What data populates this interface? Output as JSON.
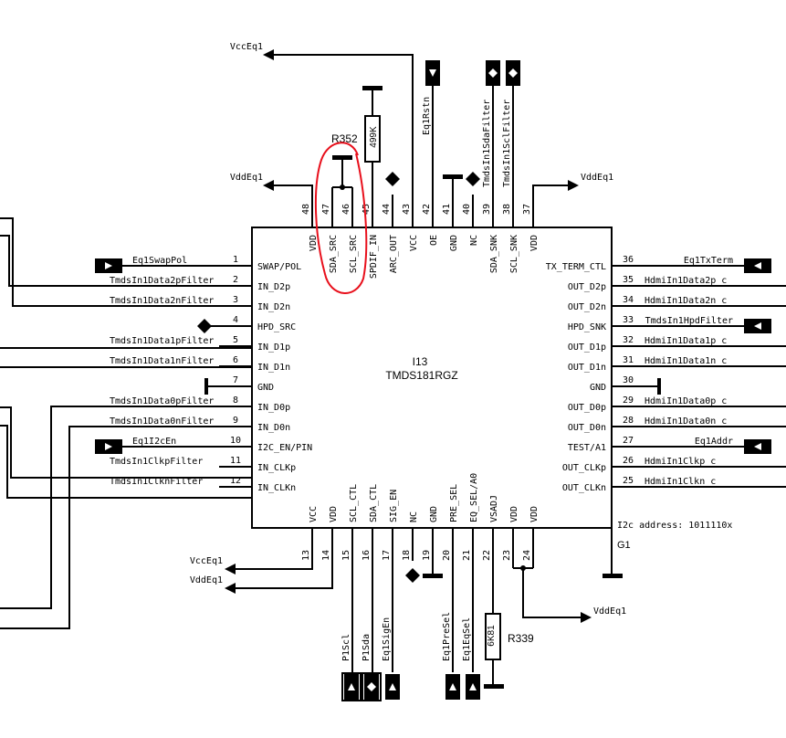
{
  "component": {
    "ref": "I13",
    "part": "TMDS181RGZ",
    "subref": "G1",
    "i2c_note": "I2c address: 1011110x"
  },
  "left_pins": [
    {
      "num": "1",
      "name": "SWAP/POL",
      "net": "Eq1SwapPol",
      "port": "right"
    },
    {
      "num": "2",
      "name": "IN_D2p",
      "net": "TmdsIn1Data2pFilter"
    },
    {
      "num": "3",
      "name": "IN_D2n",
      "net": "TmdsIn1Data2nFilter"
    },
    {
      "num": "4",
      "name": "HPD_SRC",
      "net": "",
      "port": "diamond"
    },
    {
      "num": "5",
      "name": "IN_D1p",
      "net": "TmdsIn1Data1pFilter"
    },
    {
      "num": "6",
      "name": "IN_D1n",
      "net": "TmdsIn1Data1nFilter"
    },
    {
      "num": "7",
      "name": "GND",
      "net": "",
      "port": "gnd"
    },
    {
      "num": "8",
      "name": "IN_D0p",
      "net": "TmdsIn1Data0pFilter"
    },
    {
      "num": "9",
      "name": "IN_D0n",
      "net": "TmdsIn1Data0nFilter"
    },
    {
      "num": "10",
      "name": "I2C_EN/PIN",
      "net": "Eq1I2cEn",
      "port": "right"
    },
    {
      "num": "11",
      "name": "IN_CLKp",
      "net": "TmdsIn1ClkpFilter"
    },
    {
      "num": "12",
      "name": "IN_CLKn",
      "net": "TmdsIn1ClknFilter"
    }
  ],
  "right_pins": [
    {
      "num": "36",
      "name": "TX_TERM_CTL",
      "net": "Eq1TxTerm",
      "port": "left"
    },
    {
      "num": "35",
      "name": "OUT_D2p",
      "net": "HdmiIn1Data2p_c"
    },
    {
      "num": "34",
      "name": "OUT_D2n",
      "net": "HdmiIn1Data2n_c"
    },
    {
      "num": "33",
      "name": "HPD_SNK",
      "net": "TmdsIn1HpdFilter",
      "port": "left"
    },
    {
      "num": "32",
      "name": "OUT_D1p",
      "net": "HdmiIn1Data1p_c"
    },
    {
      "num": "31",
      "name": "OUT_D1n",
      "net": "HdmiIn1Data1n_c"
    },
    {
      "num": "30",
      "name": "GND",
      "net": "",
      "port": "gnd"
    },
    {
      "num": "29",
      "name": "OUT_D0p",
      "net": "HdmiIn1Data0p_c"
    },
    {
      "num": "28",
      "name": "OUT_D0n",
      "net": "HdmiIn1Data0n_c"
    },
    {
      "num": "27",
      "name": "TEST/A1",
      "net": "Eq1Addr",
      "port": "left"
    },
    {
      "num": "26",
      "name": "OUT_CLKp",
      "net": "HdmiIn1Clkp_c"
    },
    {
      "num": "25",
      "name": "OUT_CLKn",
      "net": "HdmiIn1Clkn_c"
    }
  ],
  "top_pins": [
    {
      "num": "48",
      "name": "VDD"
    },
    {
      "num": "47",
      "name": "SDA_SRC"
    },
    {
      "num": "46",
      "name": "SCL_SRC"
    },
    {
      "num": "45",
      "name": "SPDIF_IN"
    },
    {
      "num": "44",
      "name": "ARC_OUT"
    },
    {
      "num": "43",
      "name": "VCC"
    },
    {
      "num": "42",
      "name": "OE"
    },
    {
      "num": "41",
      "name": "GND"
    },
    {
      "num": "40",
      "name": "NC"
    },
    {
      "num": "39",
      "name": "SDA_SNK"
    },
    {
      "num": "38",
      "name": "SCL_SNK"
    },
    {
      "num": "37",
      "name": "VDD"
    }
  ],
  "bottom_pins": [
    {
      "num": "13",
      "name": "VCC"
    },
    {
      "num": "14",
      "name": "VDD"
    },
    {
      "num": "15",
      "name": "SCL_CTL"
    },
    {
      "num": "16",
      "name": "SDA_CTL"
    },
    {
      "num": "17",
      "name": "SIG_EN"
    },
    {
      "num": "18",
      "name": "NC"
    },
    {
      "num": "19",
      "name": "GND"
    },
    {
      "num": "20",
      "name": "PRE_SEL"
    },
    {
      "num": "21",
      "name": "EQ_SEL/A0"
    },
    {
      "num": "22",
      "name": "VSADJ"
    },
    {
      "num": "23",
      "name": "VDD"
    },
    {
      "num": "24",
      "name": "VDD"
    }
  ],
  "top_nets": {
    "vcc": "VccEq1",
    "vdd_left": "VddEq1",
    "vdd_right": "VddEq1",
    "oe": "Eq1Rstn",
    "sda_snk": "TmdsIn1SdaFilter",
    "scl_snk": "TmdsIn1SclFilter"
  },
  "bottom_nets": {
    "vcc": "VccEq1",
    "vdd": "VddEq1",
    "vdd_right": "VddEq1",
    "scl": "P1Scl",
    "sda": "P1Sda",
    "sig": "Eq1SigEn",
    "pre": "Eq1PreSel",
    "eq": "Eq1EqSel"
  },
  "resistors": {
    "r_top_value": "499K",
    "r_top_ref": "R352",
    "r_bottom_value": "6K81",
    "r_bottom_ref": "R339"
  },
  "colors": {
    "wire": "#000000",
    "annotation": "#e8101c",
    "background": "#ffffff"
  }
}
